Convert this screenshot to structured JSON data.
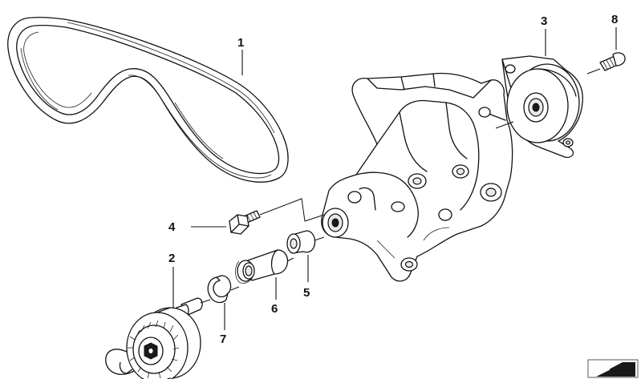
{
  "diagram": {
    "callouts": {
      "c1": "1",
      "c2": "2",
      "c3": "3",
      "c4": "4",
      "c5": "5",
      "c6": "6",
      "c7": "7",
      "c8": "8"
    },
    "icons": {
      "corner": "page-corner-icon"
    }
  }
}
